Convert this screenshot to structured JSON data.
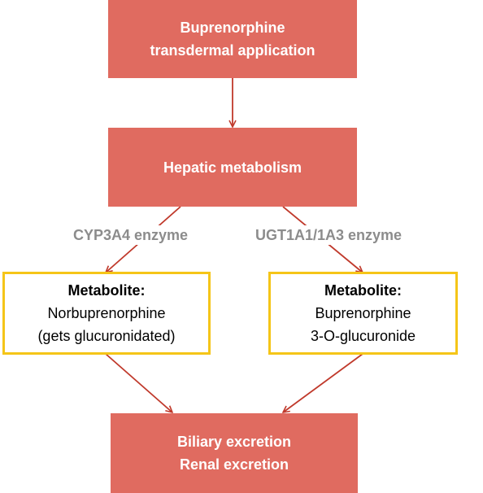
{
  "nodes": {
    "application": {
      "lines": [
        "Buprenorphine",
        "transdermal application"
      ]
    },
    "hepatic": {
      "lines": [
        "Hepatic metabolism"
      ]
    },
    "metabolite_left": {
      "header": "Metabolite:",
      "lines": [
        "Norbuprenorphine",
        "(gets glucuronidated)"
      ]
    },
    "metabolite_right": {
      "header": "Metabolite:",
      "lines": [
        "Buprenorphine",
        "3-O-glucuronide"
      ]
    },
    "excretion": {
      "lines": [
        "Biliary excretion",
        "Renal excretion"
      ]
    }
  },
  "enzymes": {
    "left": "CYP3A4 enzyme",
    "right": "UGT1A1/1A3 enzyme"
  },
  "colors": {
    "box_fill": "#e06b60",
    "metabolite_border": "#f5c518",
    "arrow": "#c0392b",
    "enzyme_text": "#8c8c8c"
  }
}
